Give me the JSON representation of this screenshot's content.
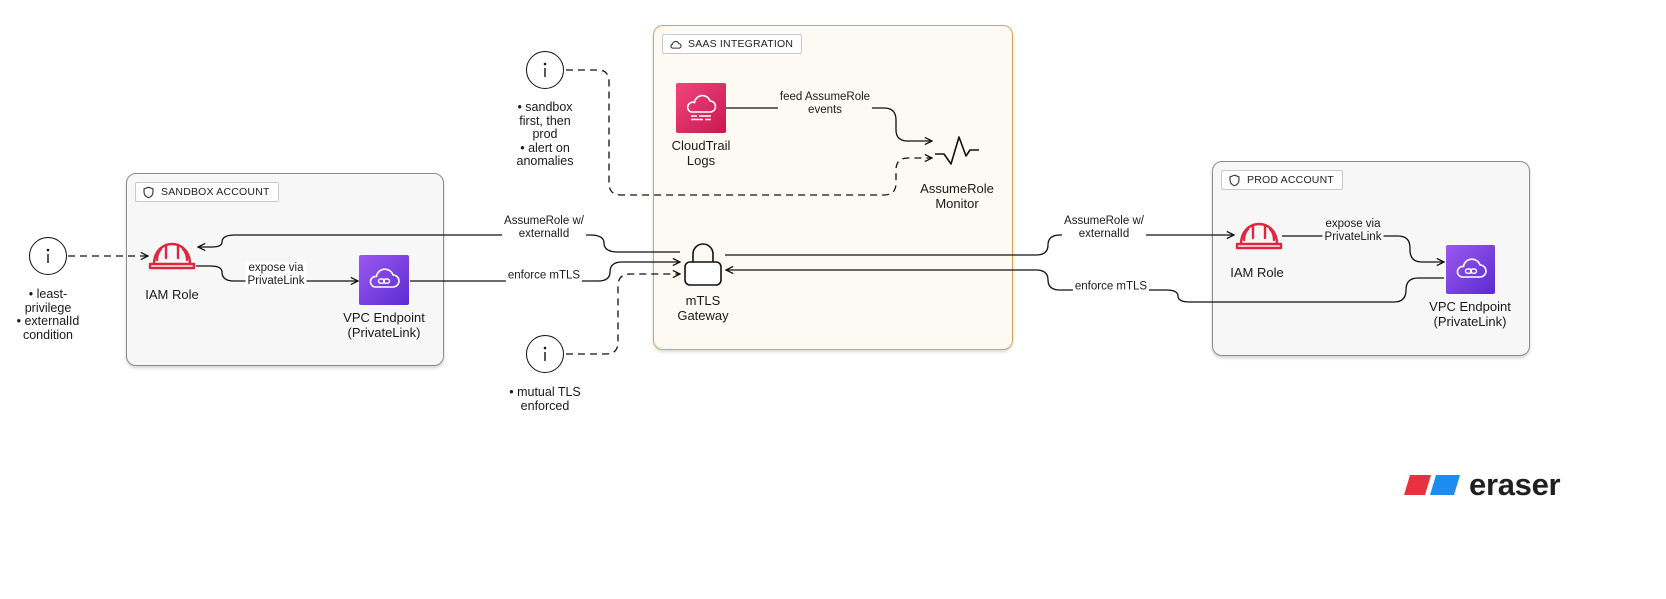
{
  "groups": {
    "sandbox": {
      "label": "SANDBOX ACCOUNT",
      "icon": "shield-icon"
    },
    "saas": {
      "label": "SAAS INTEGRATION",
      "icon": "cloud-icon"
    },
    "prod": {
      "label": "PROD ACCOUNT",
      "icon": "shield-icon"
    }
  },
  "nodes": {
    "sandbox_iam_role": {
      "label": "IAM Role",
      "icon": "hardhat-icon"
    },
    "sandbox_vpc_endpoint": {
      "label_line1": "VPC Endpoint",
      "label_line2": "(PrivateLink)",
      "icon": "cloud-link-icon"
    },
    "cloudtrail_logs": {
      "label_line1": "CloudTrail",
      "label_line2": "Logs",
      "icon": "cloud-logs-icon"
    },
    "assumerole_monitor": {
      "label_line1": "AssumeRole",
      "label_line2": "Monitor",
      "icon": "pulse-icon"
    },
    "mtls_gateway": {
      "label_line1": "mTLS",
      "label_line2": "Gateway",
      "icon": "lock-icon"
    },
    "prod_iam_role": {
      "label": "IAM Role",
      "icon": "hardhat-icon"
    },
    "prod_vpc_endpoint": {
      "label_line1": "VPC Endpoint",
      "label_line2": "(PrivateLink)",
      "icon": "cloud-link-icon"
    }
  },
  "notes": {
    "sandbox_note": [
      "• least-",
      "privilege",
      "• externalId",
      "condition"
    ],
    "top_note": [
      "• sandbox",
      "first, then",
      "prod",
      "• alert on",
      "anomalies"
    ],
    "bottom_note": [
      "• mutual TLS",
      "enforced"
    ]
  },
  "edges": {
    "sandbox_expose": [
      "expose via",
      "PrivateLink"
    ],
    "sandbox_assume": [
      "AssumeRole w/",
      "externalId"
    ],
    "sandbox_mtls": [
      "enforce mTLS"
    ],
    "feed": [
      "feed AssumeRole",
      "events"
    ],
    "prod_assume": [
      "AssumeRole w/",
      "externalId"
    ],
    "prod_mtls": [
      "enforce mTLS"
    ],
    "prod_expose": [
      "expose via",
      "PrivateLink"
    ]
  },
  "brand": {
    "name": "eraser",
    "colors": {
      "red": "#e8313f",
      "blue": "#1d8cf0"
    }
  },
  "colors": {
    "iam_red": "#e0263f",
    "service_pink": "#e0306a",
    "service_purple": "#7a3fe4",
    "saas_border": "#d9a35c"
  }
}
